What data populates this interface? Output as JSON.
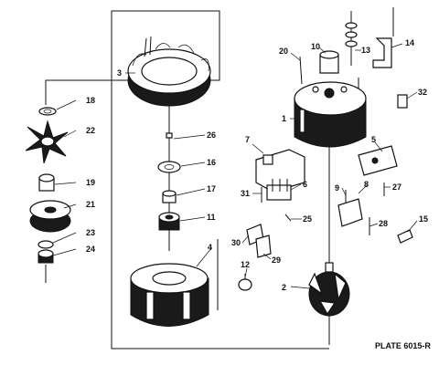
{
  "plate_label": "PLATE 6015-R",
  "callouts": {
    "c1": "1",
    "c2": "2",
    "c3": "3",
    "c4": "4",
    "c5": "5",
    "c6": "6",
    "c7": "7",
    "c8": "8",
    "c9": "9",
    "c10": "10",
    "c11": "11",
    "c12": "12",
    "c13": "13",
    "c14": "14",
    "c15": "15",
    "c16": "16",
    "c17": "17",
    "c18": "18",
    "c19": "19",
    "c20": "20",
    "c21": "21",
    "c22": "22",
    "c23": "23",
    "c24": "24",
    "c25": "25",
    "c26": "26",
    "c27": "27",
    "c28": "28",
    "c29": "29",
    "c30": "30",
    "c31": "31",
    "c32": "32"
  }
}
